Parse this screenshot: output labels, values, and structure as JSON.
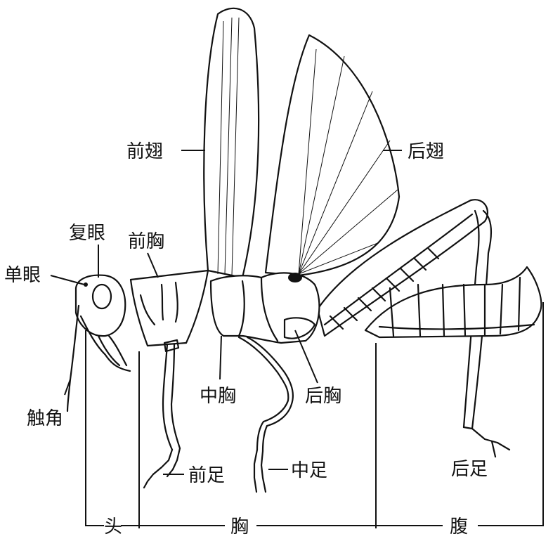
{
  "labels": {
    "fore_wing": "前翅",
    "hind_wing": "后翅",
    "compound_eye": "复眼",
    "prothorax": "前胸",
    "ocellus": "单眼",
    "antenna": "触角",
    "mesothorax": "中胸",
    "metathorax": "后胸",
    "fore_leg": "前足",
    "mid_leg": "中足",
    "hind_leg": "后足"
  },
  "regions": {
    "head": "头",
    "thorax": "胸",
    "abdomen": "腹"
  }
}
